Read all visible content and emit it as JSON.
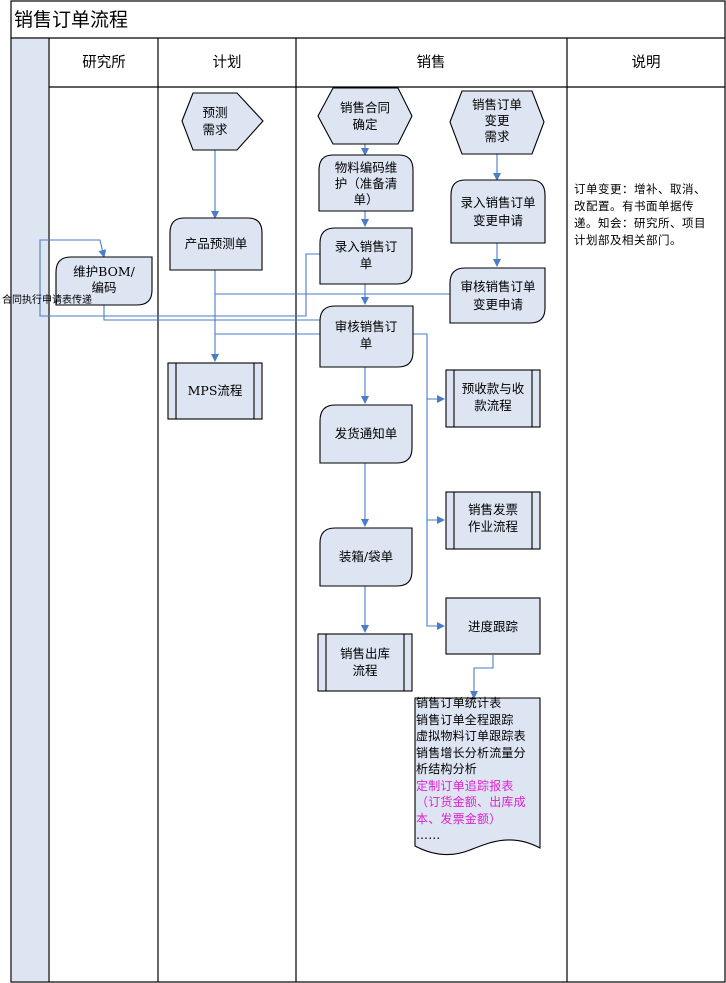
{
  "title": "销售订单流程",
  "lanes": [
    "研究所",
    "计划",
    "销售",
    "说明"
  ],
  "nodes": {
    "forecast_demand": "预测需求",
    "contract_confirm": "销售合同确定",
    "change_demand": "销售订单变更需求",
    "material_code": "物料编码维护（准备清单）",
    "enter_change": "录入销售订单变更申请",
    "product_forecast": "产品预测单",
    "maintain_bom": "维护BOM/编码",
    "enter_order": "录入销售订单",
    "audit_change": "审核销售订单变更申请",
    "audit_order": "审核销售订单",
    "mps": "MPS流程",
    "prepayment": "预收款与收款流程",
    "delivery_notice": "发货通知单",
    "invoice": "销售发票作业流程",
    "packing": "装箱/袋单",
    "progress": "进度跟踪",
    "outbound": "销售出库流程"
  },
  "annotation": "合同执行申请表传递",
  "note": "订单变更：增补、取消、改配置。有书面单据传递。知会：研究所、项目计划部及相关部门。",
  "reports": [
    "销售订单统计表",
    "销售订单全程跟踪",
    "虚拟物料订单跟踪表",
    "销售增长分析流量分",
    "析结构分析",
    "定制订单追踪报表",
    "（订货金额、出库成",
    "本、发票金额）",
    "……"
  ],
  "colors": {
    "shape_fill": "#dde5f3",
    "connector": "#4a7cc7",
    "border": "#000000",
    "highlight": "#e020d0"
  }
}
